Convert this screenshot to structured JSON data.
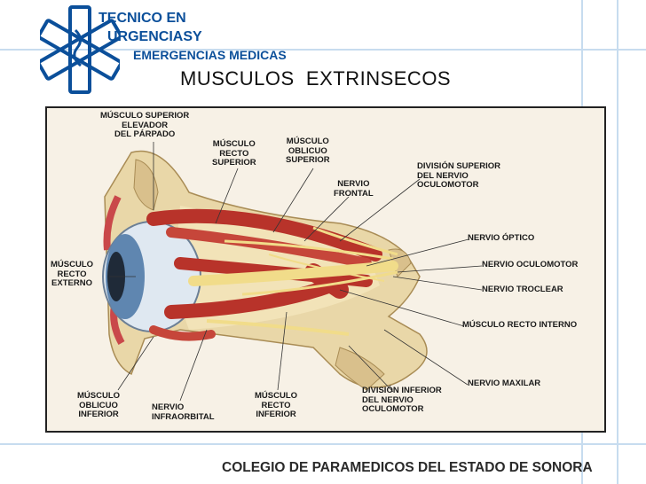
{
  "logo": {
    "line1": "TECNICO EN",
    "line2": "URGENCIASY",
    "line3": "EMERGENCIAS MEDICAS",
    "icon": "star-of-life-icon"
  },
  "title": "MUSCULOS  EXTRINSECOS",
  "footer": "COLEGIO DE PARAMEDICOS DEL ESTADO DE SONORA",
  "diagram": {
    "labels": {
      "superior_elevador": "MÚSCULO SUPERIOR\nELEVADOR\nDEL PÁRPADO",
      "recto_superior": "MÚSCULO\nRECTO\nSUPERIOR",
      "oblicuo_superior": "MÚSCULO\nOBLICUO\nSUPERIOR",
      "nervio_frontal": "NERVIO\nFRONTAL",
      "division_superior": "DIVISIÓN SUPERIOR\nDEL NERVIO\nOCULOMOTOR",
      "nervio_optico": "NERVIO ÓPTICO",
      "recto_externo": "MÚSCULO\nRECTO\nEXTERNO",
      "nervio_oculomotor": "NERVIO OCULOMOTOR",
      "nervio_troclear": "NERVIO TROCLEAR",
      "recto_interno": "MÚSCULO RECTO INTERNO",
      "nervio_maxilar": "NERVIO MAXILAR",
      "division_inferior": "DIVISIÓN INFERIOR\nDEL NERVIO\nOCULOMOTOR",
      "oblicuo_inferior": "MÚSCULO\nOBLICUO\nINFERIOR",
      "nervio_infraorbital": "NERVIO\nINFRAORBITAL",
      "recto_inferior": "MÚSCULO\nRECTO\nINFERIOR"
    }
  },
  "colors": {
    "brand_blue": "#0b4f9a",
    "guide_lines": "#c7dcef",
    "bone": "#e9d7a8",
    "muscle": "#b8332a",
    "nerve": "#f1dc8a",
    "eye": "#5f86b0"
  }
}
